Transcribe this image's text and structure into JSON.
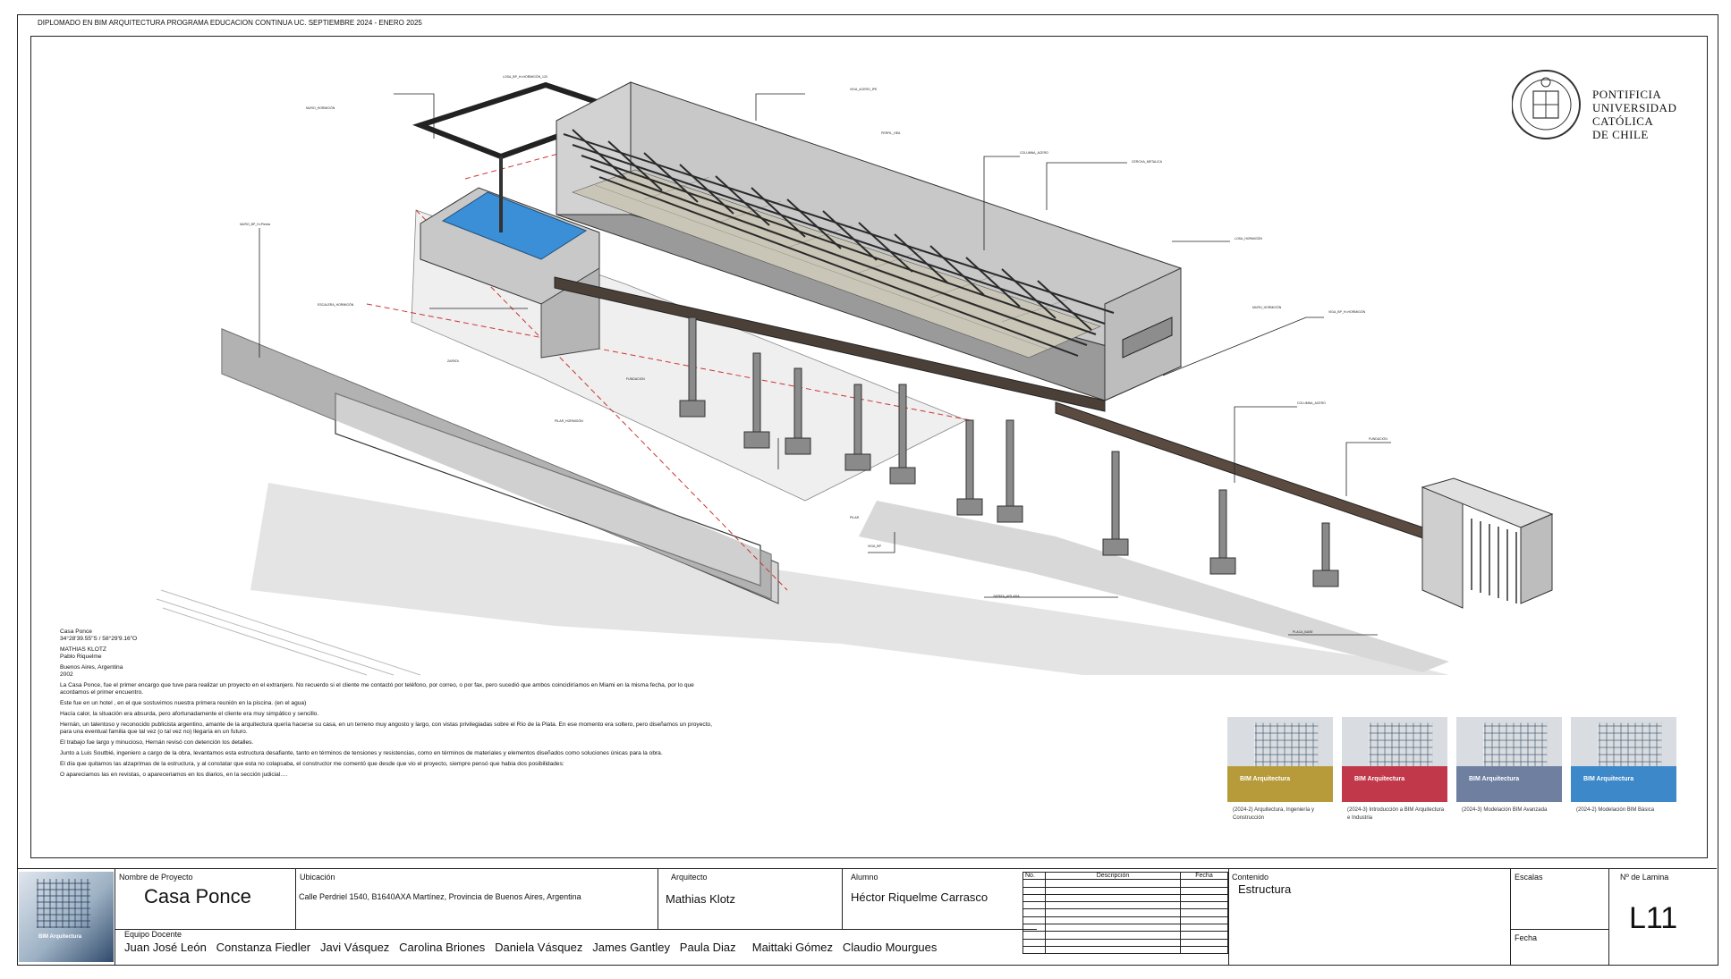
{
  "header": {
    "course_line": "DIPLOMADO EN BIM ARQUITECTURA PROGRAMA EDUCACION CONTINUA UC. SEPTIEMBRE  2024 - ENERO 2025"
  },
  "logo": {
    "line1": "PONTIFICIA",
    "line2": "UNIVERSIDAD",
    "line3": "CATÓLICA",
    "line4": "DE CHILE"
  },
  "project_info": {
    "name": "Casa Ponce",
    "coords": "34°28'39.55\"S / 58°29'9.16\"O",
    "architect": "MATHIAS KLOTZ",
    "student": "Pablo Riquelme",
    "location": "Buenos Aires, Argentina",
    "year": "2002",
    "paragraphs": [
      "La Casa Ponce, fue el primer encargo que tuve para  realizar un proyecto en el extranjero. No recuerdo si el cliente me contactó por teléfono, por  correo, o por fax,  pero sucedió que ambos coincidiríamos en Miami en la misma fecha, por lo que acordamos el primer encuentro.",
      "Este fue en un hotel , en el que sostuvimos nuestra primera reunión en la piscina. (en el agua)",
      "Hacía calor, la situación era absurda, pero afortunadamente el cliente era muy simpático y sencillo.",
      "Hernán, un talentoso y reconocido publicista argentino, amante de la arquitectura quería hacerse su casa, en un terreno muy angosto y largo, con vistas privilegiadas sobre el Río de la Plata. En ese momento  era soltero, pero diseñamos un proyecto, para una eventual familia que tal vez (o tal vez no) llegaría en un futuro.",
      "El trabajo fue largo y minucioso, Hernán revisó con detención los  detalles.",
      "Junto a Luis Soutbié, ingeniero  a cargo de la obra, levantamos esta estructura desafiante, tanto en términos de tensiones y resistencias, como en términos de materiales y elementos diseñados como soluciones únicas para la obra.",
      "El día que quitamos las alzaprimas de la estructura, y al constatar que esta no colapsaba, el constructor me comentó que desde que vio el proyecto, siempre pensó que habia dos posibilidades:",
      "O apareciamos las  en revistas, o apareceriamos en los diarios, en la sección judicial…."
    ]
  },
  "cards": [
    {
      "caption": "(2024-2) Arquitectura, Ingeniería y Construcción",
      "color": "#b79b3a"
    },
    {
      "caption": "(2024-3) Introducción a BIM Arquitectura e Industria",
      "color": "#c0384a"
    },
    {
      "caption": "(2024-3) Modelación BIM Avanzada",
      "color": "#6e7fa0"
    },
    {
      "caption": "(2024-2) Modelación BIM Básica",
      "color": "#3c88c9"
    }
  ],
  "card_title": "BIM Arquitectura",
  "titleblock": {
    "project_label": "Nombre de Proyecto",
    "project_value": "Casa Ponce",
    "location_label": "Ubicación",
    "location_value": "Calle Perdriel 1540, B1640AXA Martínez, Provincia de Buenos Aires, Argentina",
    "architect_label": "Arquitecto",
    "architect_value": "Mathias Klotz",
    "student_label": "Alumno",
    "student_value": "Héctor Riquelme Carrasco",
    "team_label": "Equipo Docente",
    "team": [
      "Juan José León",
      "Constanza Fiedler",
      "Javi Vásquez",
      "Carolina Briones",
      "Daniela Vásquez",
      "James Gantley",
      "Paula Diaz",
      "Maittaki Gómez",
      "Claudio Mourgues"
    ],
    "rev_headers": [
      "No.",
      "Descripción",
      "Fecha"
    ],
    "content_label": "Contenido",
    "content_value": "Estructura",
    "scale_label": "Escalas",
    "date_label": "Fecha",
    "sheet_label": "Nº de Lamina",
    "sheet_value": "L11"
  },
  "colors": {
    "pool": "#3a8fd6",
    "concrete": "#cfcfcf",
    "steel": "#2a2a2a",
    "deck": "#5a4a40",
    "glass": "#c9c6b8"
  }
}
